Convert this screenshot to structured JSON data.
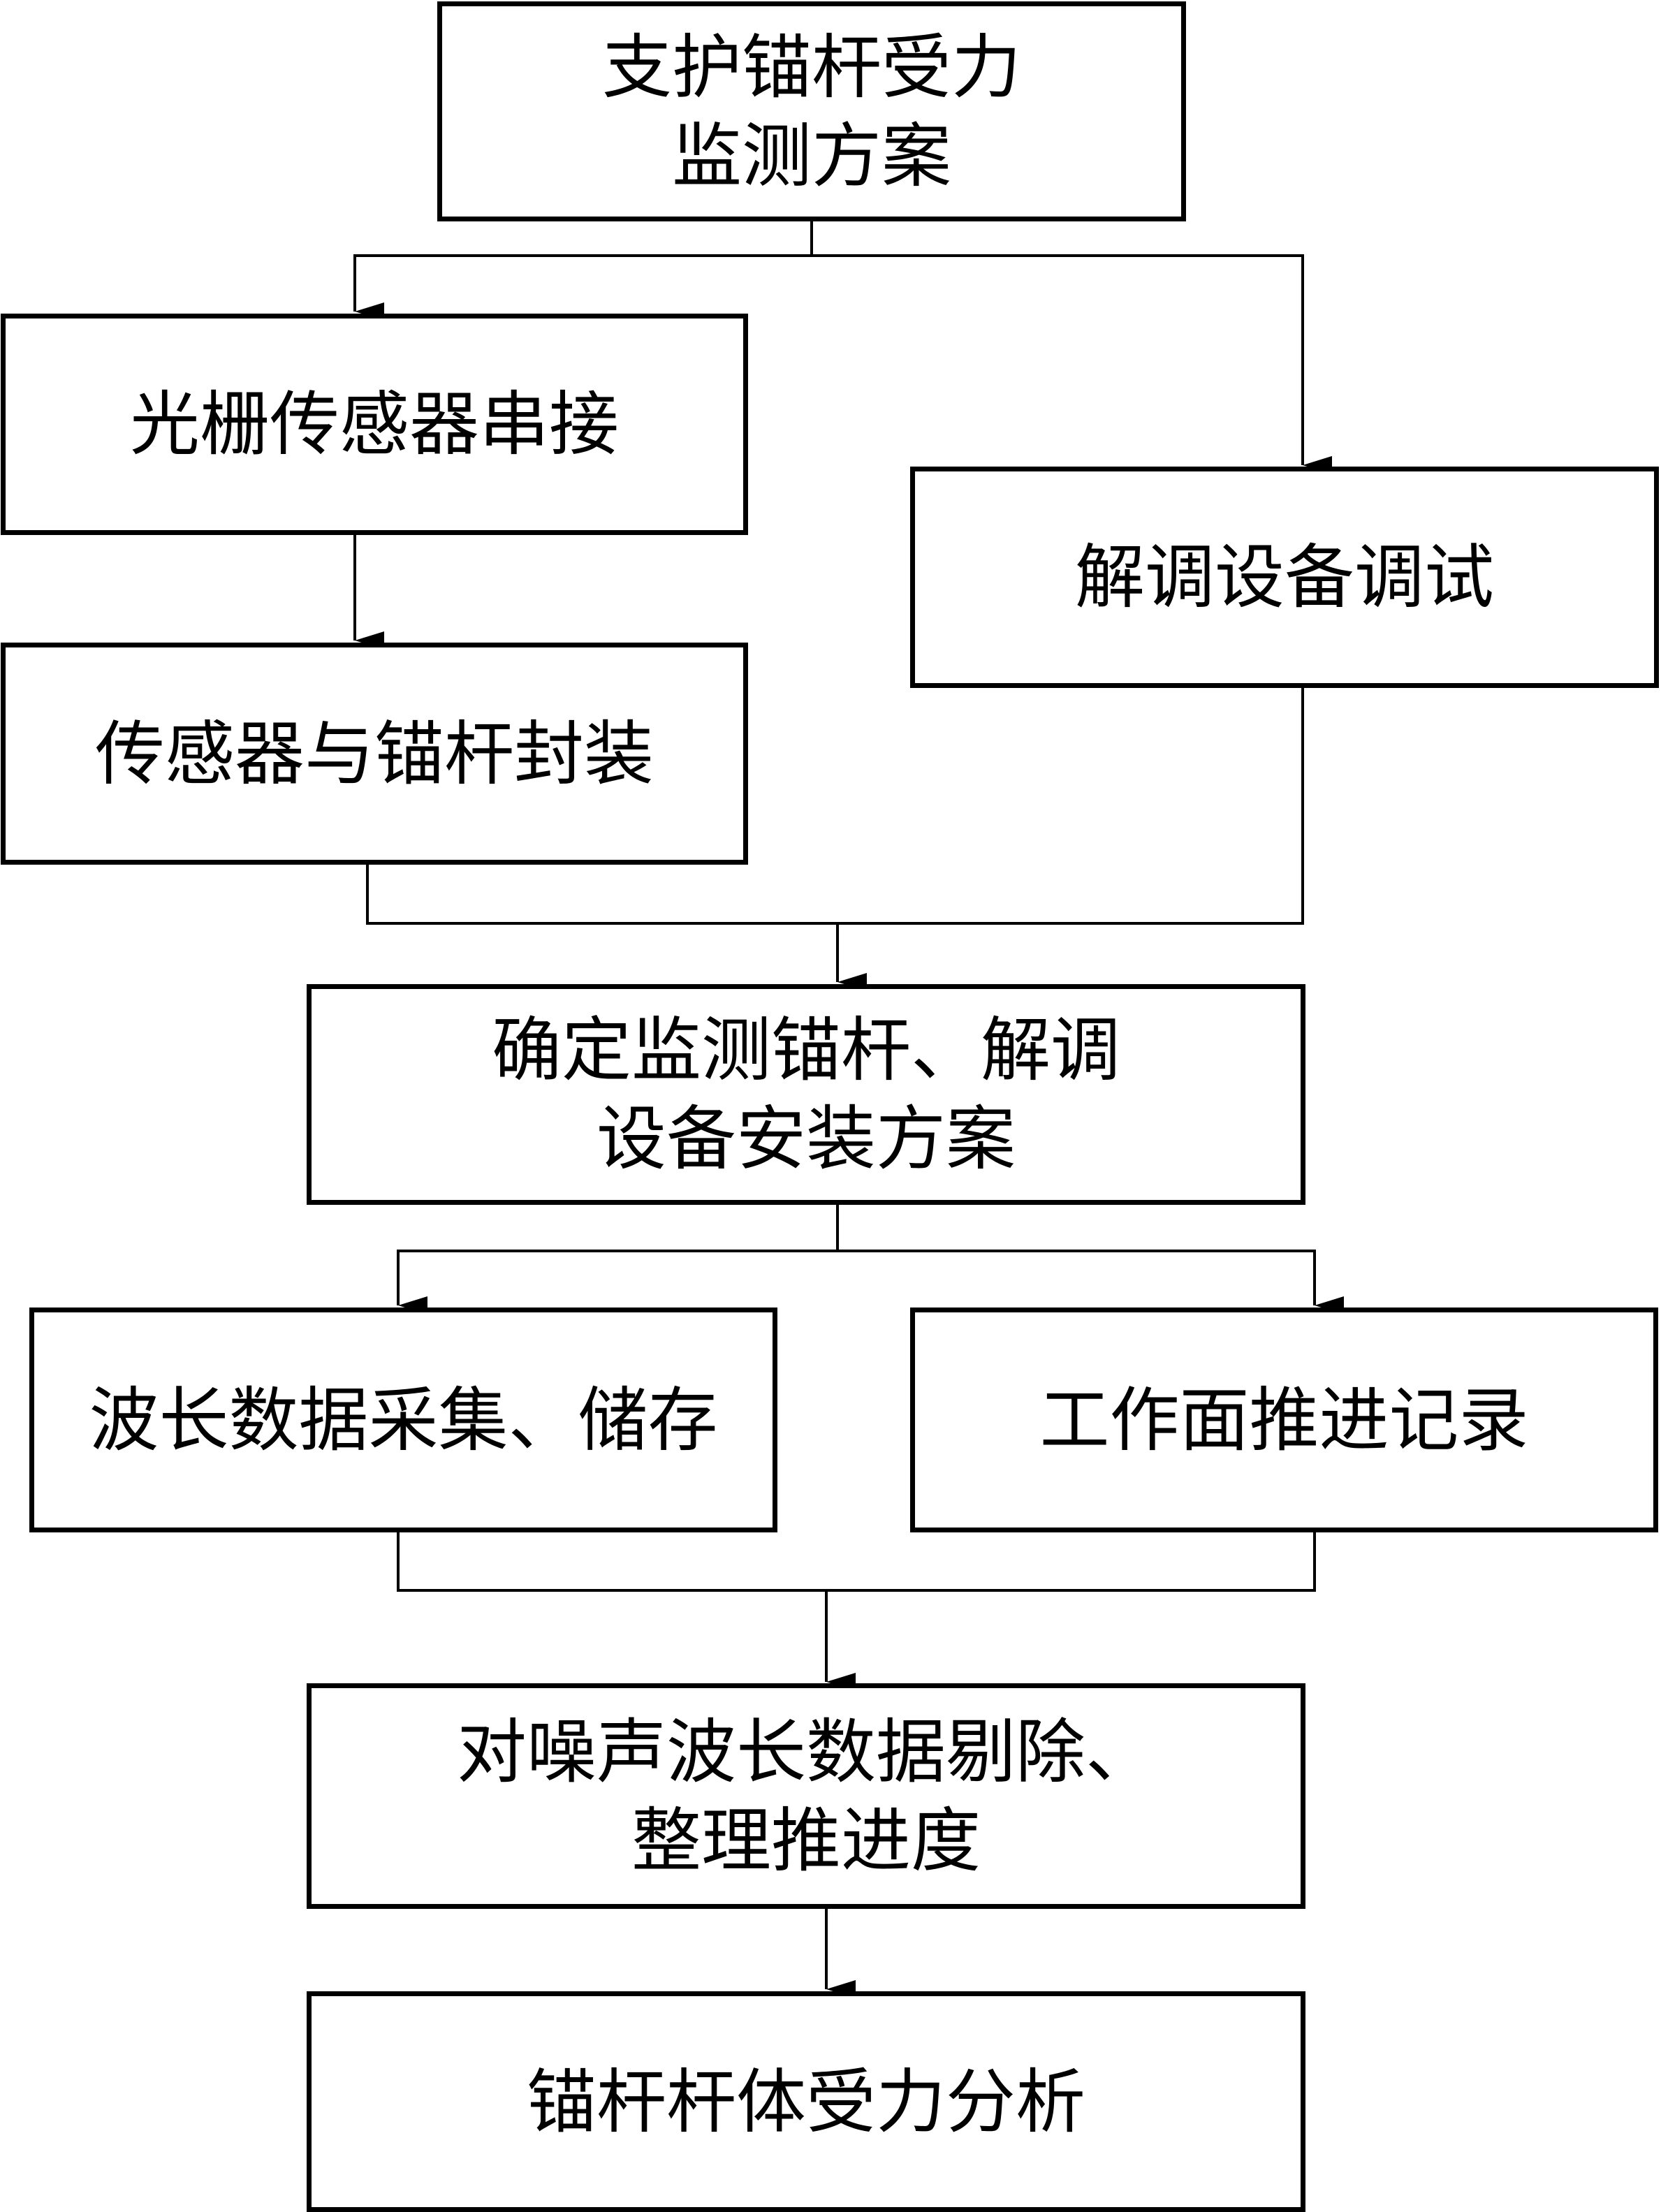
{
  "nodes": {
    "plan": {
      "lines": [
        "支护锚杆受力",
        "监测方案"
      ]
    },
    "grating": {
      "lines": [
        "光栅传感器串接"
      ]
    },
    "demod": {
      "lines": [
        "解调设备调试"
      ]
    },
    "encapsulate": {
      "lines": [
        "传感器与锚杆封装"
      ]
    },
    "install": {
      "lines": [
        "确定监测锚杆、解调",
        "设备安装方案"
      ]
    },
    "collect": {
      "lines": [
        "波长数据采集、储存"
      ]
    },
    "face": {
      "lines": [
        "工作面推进记录"
      ]
    },
    "clean": {
      "lines": [
        "对噪声波长数据剔除、",
        "整理推进度"
      ]
    },
    "analysis": {
      "lines": [
        "锚杆杆体受力分析"
      ]
    }
  },
  "edges": [
    {
      "from": "plan",
      "to": "grating"
    },
    {
      "from": "plan",
      "to": "demod"
    },
    {
      "from": "grating",
      "to": "encapsulate"
    },
    {
      "from": "encapsulate",
      "to": "install"
    },
    {
      "from": "demod",
      "to": "install"
    },
    {
      "from": "install",
      "to": "collect"
    },
    {
      "from": "install",
      "to": "face"
    },
    {
      "from": "collect",
      "to": "clean"
    },
    {
      "from": "face",
      "to": "clean"
    },
    {
      "from": "clean",
      "to": "analysis"
    }
  ]
}
